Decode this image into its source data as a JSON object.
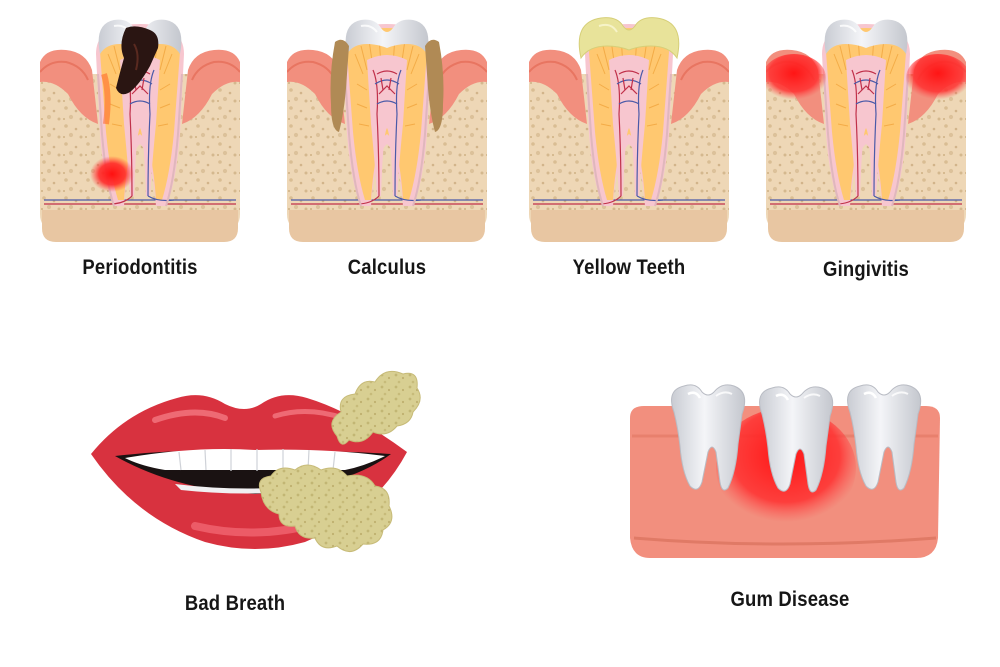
{
  "conditions": [
    {
      "label": "Periodontitis"
    },
    {
      "label": "Calculus"
    },
    {
      "label": "Yellow Teeth"
    },
    {
      "label": "Gingivitis"
    },
    {
      "label": "Bad Breath"
    },
    {
      "label": "Gum Disease"
    }
  ],
  "colors": {
    "bone": "#eed7b6",
    "bone_spot": "#d9bd93",
    "gum": "#f28f7e",
    "gum_dark": "#e87561",
    "enamel": "#dcdee4",
    "dentin": "#ffc870",
    "pulp": "#f7c6cf",
    "nerve_red": "#c0304a",
    "nerve_blue": "#4a5aa8",
    "caries": "#2a1512",
    "inflammation": "#ff2020",
    "tartar": "#b08a55",
    "yellow_enamel": "#e8e39a",
    "lips": "#d8323f",
    "plaque": "#d8cf92"
  }
}
